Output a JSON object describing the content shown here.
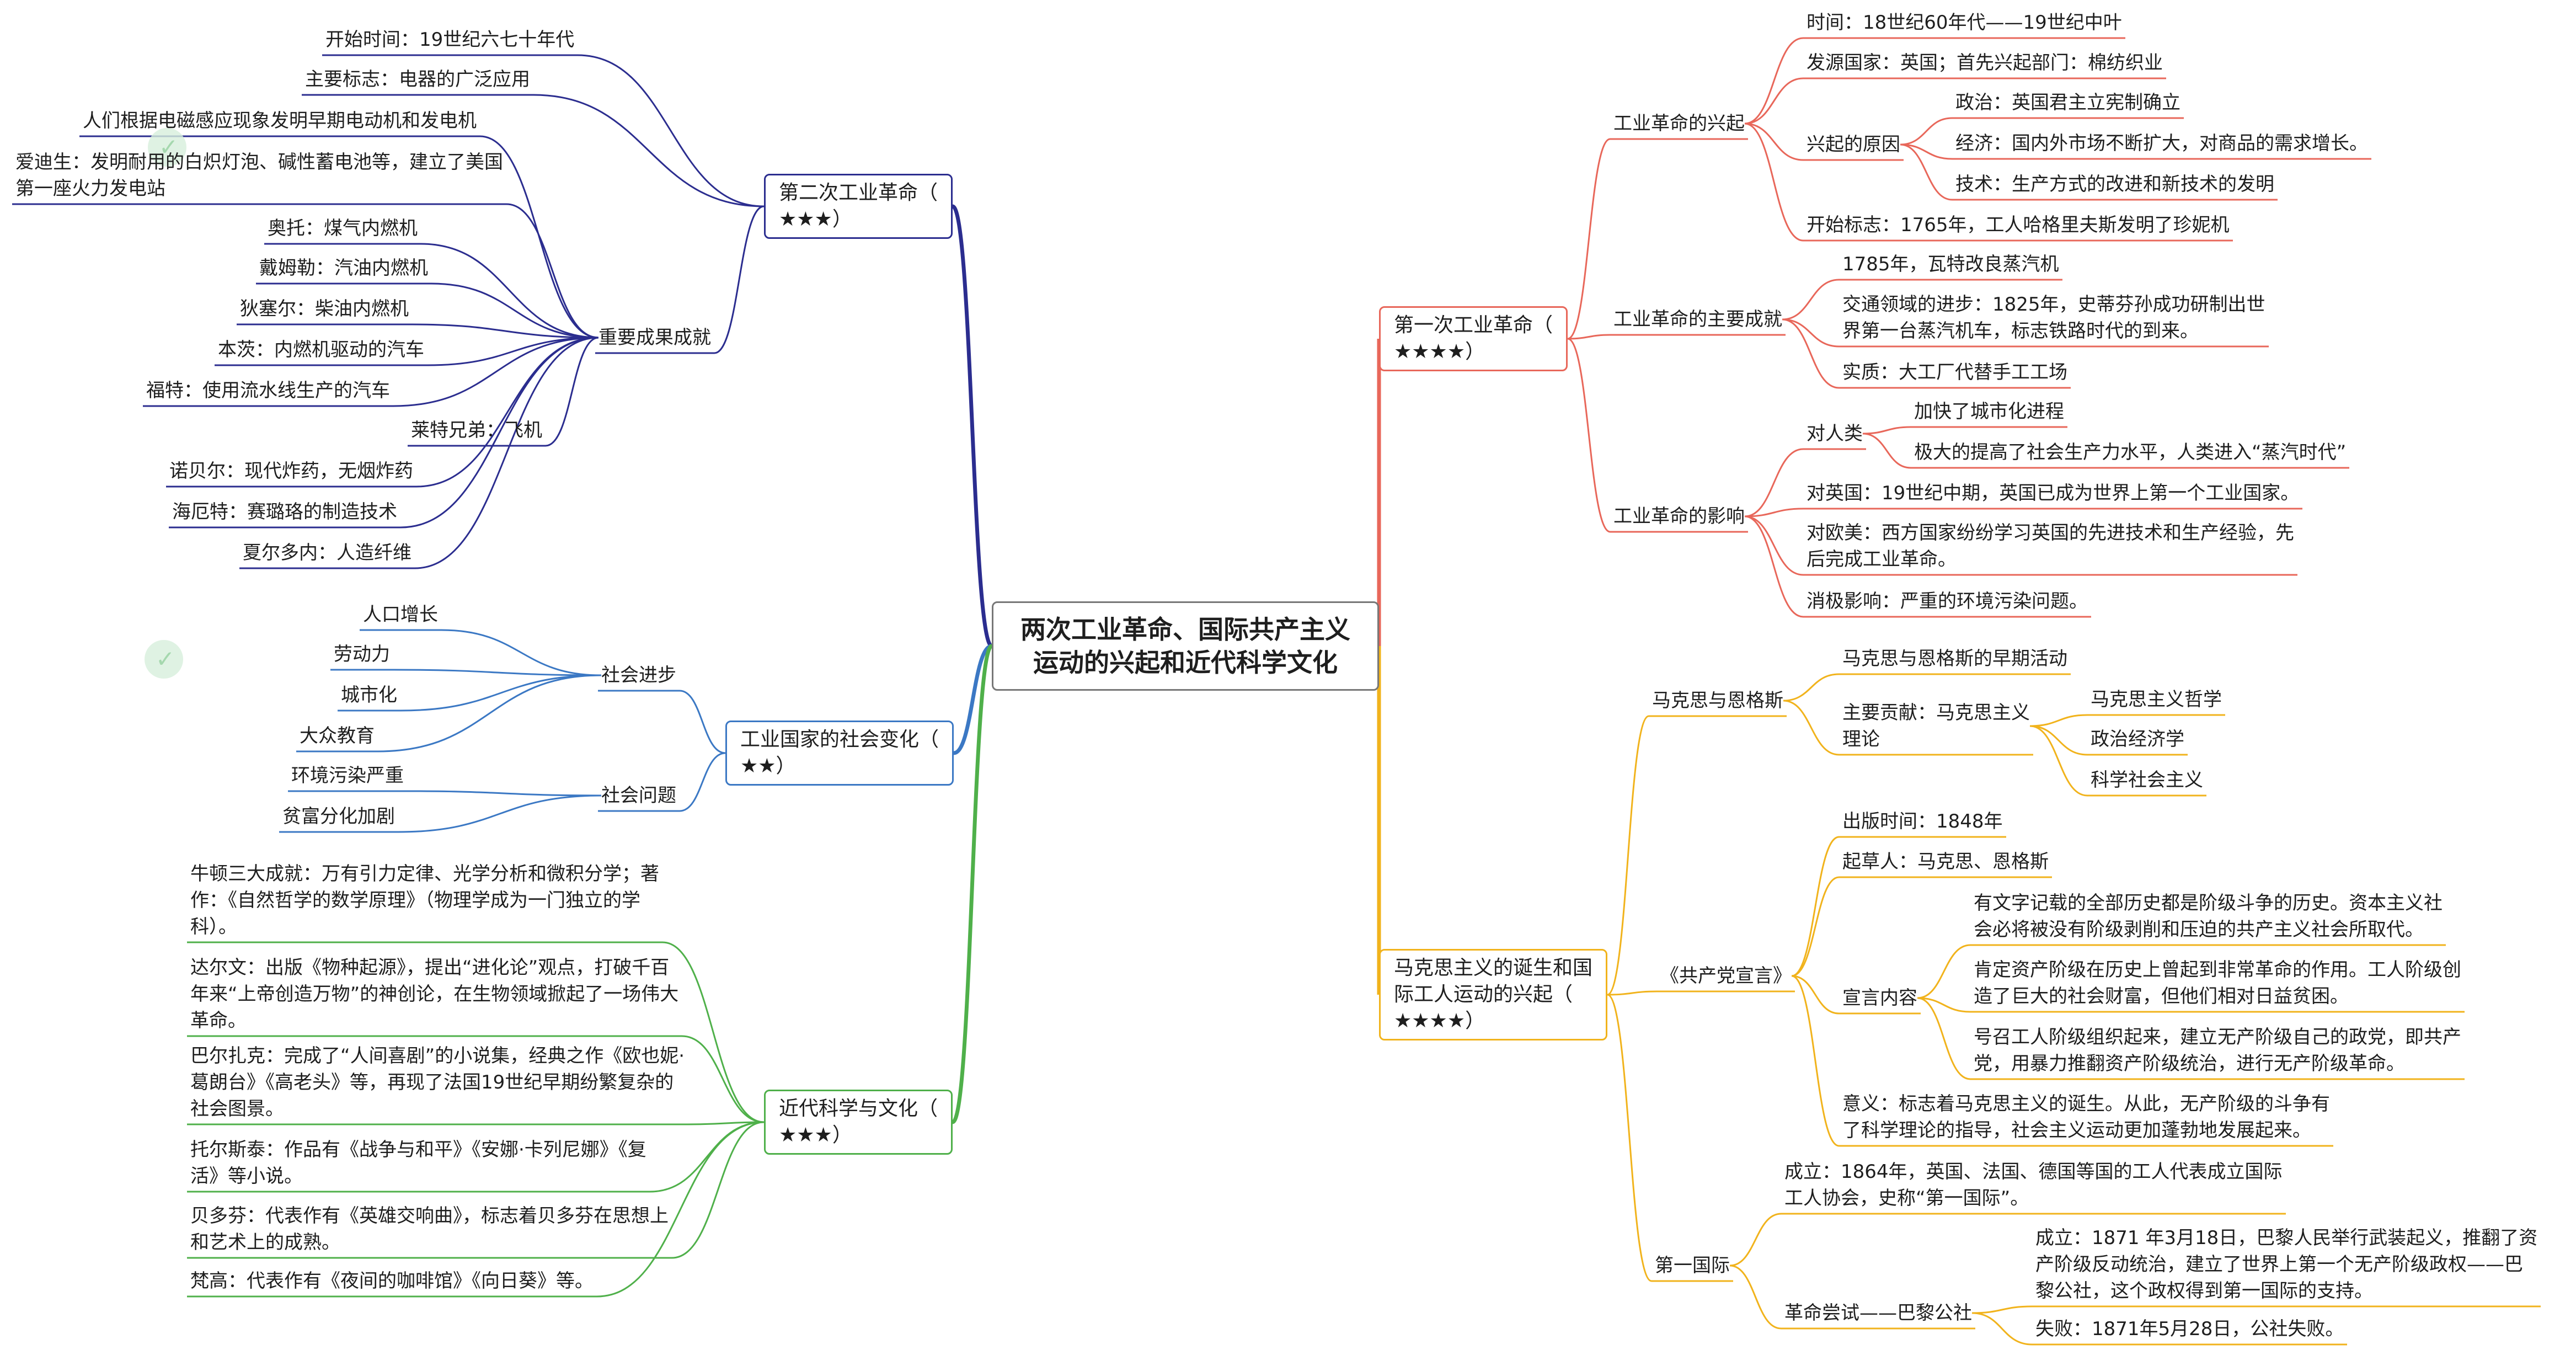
{
  "center": "两次工业革命、国际共产主义运动的兴起和近代科学文化",
  "colors": {
    "purple": "#2b2d8f",
    "blue": "#3b78c4",
    "green": "#4fb04a",
    "red": "#e8675a",
    "orange": "#f1b31c"
  },
  "nodes": [
    {
      "id": "b2",
      "parent": "center",
      "side": "left",
      "color": "purple",
      "box": true,
      "text": "第二次工业革命（\n★★★）"
    },
    {
      "id": "b2a",
      "parent": "b2",
      "side": "left",
      "color": "purple",
      "text": "开始时间：19世纪六七十年代"
    },
    {
      "id": "b2b",
      "parent": "b2",
      "side": "left",
      "color": "purple",
      "text": "主要标志：电器的广泛应用"
    },
    {
      "id": "b2c",
      "parent": "b2",
      "side": "left",
      "color": "purple",
      "text": "重要成果成就"
    },
    {
      "id": "b2c1",
      "parent": "b2c",
      "side": "left",
      "color": "purple",
      "text": "人们根据电磁感应现象发明早期电动机和发电机"
    },
    {
      "id": "b2c2",
      "parent": "b2c",
      "side": "left",
      "color": "purple",
      "text": "爱迪生：发明耐用的白炽灯泡、碱性蓄电池等，建立了美国\n第一座火力发电站"
    },
    {
      "id": "b2c3",
      "parent": "b2c",
      "side": "left",
      "color": "purple",
      "text": "奥托：煤气内燃机"
    },
    {
      "id": "b2c4",
      "parent": "b2c",
      "side": "left",
      "color": "purple",
      "text": "戴姆勒：汽油内燃机"
    },
    {
      "id": "b2c5",
      "parent": "b2c",
      "side": "left",
      "color": "purple",
      "text": "狄塞尔：柴油内燃机"
    },
    {
      "id": "b2c6",
      "parent": "b2c",
      "side": "left",
      "color": "purple",
      "text": "本茨：内燃机驱动的汽车"
    },
    {
      "id": "b2c7",
      "parent": "b2c",
      "side": "left",
      "color": "purple",
      "text": "福特：使用流水线生产的汽车"
    },
    {
      "id": "b2c8",
      "parent": "b2c",
      "side": "left",
      "color": "purple",
      "text": "莱特兄弟：飞机"
    },
    {
      "id": "b2c9",
      "parent": "b2c",
      "side": "left",
      "color": "purple",
      "text": "诺贝尔：现代炸药，无烟炸药"
    },
    {
      "id": "b2c10",
      "parent": "b2c",
      "side": "left",
      "color": "purple",
      "text": "海厄特：赛璐珞的制造技术"
    },
    {
      "id": "b2c11",
      "parent": "b2c",
      "side": "left",
      "color": "purple",
      "text": "夏尔多内：人造纤维"
    },
    {
      "id": "b3",
      "parent": "center",
      "side": "left",
      "color": "blue",
      "box": true,
      "text": "工业国家的社会变化（\n★★）"
    },
    {
      "id": "b3a",
      "parent": "b3",
      "side": "left",
      "color": "blue",
      "text": "社会进步"
    },
    {
      "id": "b3a1",
      "parent": "b3a",
      "side": "left",
      "color": "blue",
      "text": "人口增长"
    },
    {
      "id": "b3a2",
      "parent": "b3a",
      "side": "left",
      "color": "blue",
      "text": "劳动力"
    },
    {
      "id": "b3a3",
      "parent": "b3a",
      "side": "left",
      "color": "blue",
      "text": "城市化"
    },
    {
      "id": "b3a4",
      "parent": "b3a",
      "side": "left",
      "color": "blue",
      "text": "大众教育"
    },
    {
      "id": "b3b",
      "parent": "b3",
      "side": "left",
      "color": "blue",
      "text": "社会问题"
    },
    {
      "id": "b3b1",
      "parent": "b3b",
      "side": "left",
      "color": "blue",
      "text": "环境污染严重"
    },
    {
      "id": "b3b2",
      "parent": "b3b",
      "side": "left",
      "color": "blue",
      "text": "贫富分化加剧"
    },
    {
      "id": "b4",
      "parent": "center",
      "side": "left",
      "color": "green",
      "box": true,
      "text": "近代科学与文化（\n★★★）"
    },
    {
      "id": "b4a",
      "parent": "b4",
      "side": "left",
      "color": "green",
      "text": "牛顿三大成就：万有引力定律、光学分析和微积分学；著\n作：《自然哲学的数学原理》（物理学成为一门独立的学\n科）。"
    },
    {
      "id": "b4b",
      "parent": "b4",
      "side": "left",
      "color": "green",
      "text": "达尔文：出版《物种起源》，提出“进化论”观点，打破千百\n年来“上帝创造万物”的神创论，在生物领域掀起了一场伟大\n革命。"
    },
    {
      "id": "b4c",
      "parent": "b4",
      "side": "left",
      "color": "green",
      "text": "巴尔扎克：完成了“人间喜剧”的小说集，经典之作《欧也妮·\n葛朗台》《高老头》等，再现了法国19世纪早期纷繁复杂的\n社会图景。"
    },
    {
      "id": "b4d",
      "parent": "b4",
      "side": "left",
      "color": "green",
      "text": "托尔斯泰：作品有《战争与和平》《安娜·卡列尼娜》《复\n活》等小说。"
    },
    {
      "id": "b4e",
      "parent": "b4",
      "side": "left",
      "color": "green",
      "text": "贝多芬：代表作有《英雄交响曲》，标志着贝多芬在思想上\n和艺术上的成熟。"
    },
    {
      "id": "b4f",
      "parent": "b4",
      "side": "left",
      "color": "green",
      "text": "梵高：代表作有《夜间的咖啡馆》《向日葵》等。"
    },
    {
      "id": "b1",
      "parent": "center",
      "side": "right",
      "color": "red",
      "box": true,
      "text": "第一次工业革命（\n★★★★）"
    },
    {
      "id": "b1a",
      "parent": "b1",
      "side": "right",
      "color": "red",
      "text": "工业革命的兴起"
    },
    {
      "id": "b1a1",
      "parent": "b1a",
      "side": "right",
      "color": "red",
      "text": "时间：18世纪60年代——19世纪中叶"
    },
    {
      "id": "b1a2",
      "parent": "b1a",
      "side": "right",
      "color": "red",
      "text": "发源国家：英国；首先兴起部门：棉纺织业"
    },
    {
      "id": "b1a3",
      "parent": "b1a",
      "side": "right",
      "color": "red",
      "text": "兴起的原因"
    },
    {
      "id": "b1a3a",
      "parent": "b1a3",
      "side": "right",
      "color": "red",
      "text": "政治：英国君主立宪制确立"
    },
    {
      "id": "b1a3b",
      "parent": "b1a3",
      "side": "right",
      "color": "red",
      "text": "经济：国内外市场不断扩大，对商品的需求增长。"
    },
    {
      "id": "b1a3c",
      "parent": "b1a3",
      "side": "right",
      "color": "red",
      "text": "技术：生产方式的改进和新技术的发明"
    },
    {
      "id": "b1a4",
      "parent": "b1a",
      "side": "right",
      "color": "red",
      "text": "开始标志：1765年，工人哈格里夫斯发明了珍妮机"
    },
    {
      "id": "b1b",
      "parent": "b1",
      "side": "right",
      "color": "red",
      "text": "工业革命的主要成就"
    },
    {
      "id": "b1b1",
      "parent": "b1b",
      "side": "right",
      "color": "red",
      "text": "1785年，瓦特改良蒸汽机"
    },
    {
      "id": "b1b2",
      "parent": "b1b",
      "side": "right",
      "color": "red",
      "text": "交通领域的进步：1825年，史蒂芬孙成功研制出世\n界第一台蒸汽机车，标志铁路时代的到来。"
    },
    {
      "id": "b1b3",
      "parent": "b1b",
      "side": "right",
      "color": "red",
      "text": "实质：大工厂代替手工工场"
    },
    {
      "id": "b1c",
      "parent": "b1",
      "side": "right",
      "color": "red",
      "text": "工业革命的影响"
    },
    {
      "id": "b1c1",
      "parent": "b1c",
      "side": "right",
      "color": "red",
      "text": "对人类"
    },
    {
      "id": "b1c1a",
      "parent": "b1c1",
      "side": "right",
      "color": "red",
      "text": "加快了城市化进程"
    },
    {
      "id": "b1c1b",
      "parent": "b1c1",
      "side": "right",
      "color": "red",
      "text": "极大的提高了社会生产力水平，人类进入“蒸汽时代”"
    },
    {
      "id": "b1c2",
      "parent": "b1c",
      "side": "right",
      "color": "red",
      "text": "对英国：19世纪中期，英国已成为世界上第一个工业国家。"
    },
    {
      "id": "b1c3",
      "parent": "b1c",
      "side": "right",
      "color": "red",
      "text": "对欧美：西方国家纷纷学习英国的先进技术和生产经验，先\n后完成工业革命。"
    },
    {
      "id": "b1c4",
      "parent": "b1c",
      "side": "right",
      "color": "red",
      "text": "消极影响：严重的环境污染问题。"
    },
    {
      "id": "b5",
      "parent": "center",
      "side": "right",
      "color": "orange",
      "box": true,
      "text": "马克思主义的诞生和国\n际工人运动的兴起（\n★★★★）"
    },
    {
      "id": "b5a",
      "parent": "b5",
      "side": "right",
      "color": "orange",
      "text": "马克思与恩格斯"
    },
    {
      "id": "b5a1",
      "parent": "b5a",
      "side": "right",
      "color": "orange",
      "text": "马克思与恩格斯的早期活动"
    },
    {
      "id": "b5a2",
      "parent": "b5a",
      "side": "right",
      "color": "orange",
      "text": "主要贡献：马克思主义\n理论"
    },
    {
      "id": "b5a2a",
      "parent": "b5a2",
      "side": "right",
      "color": "orange",
      "text": "马克思主义哲学"
    },
    {
      "id": "b5a2b",
      "parent": "b5a2",
      "side": "right",
      "color": "orange",
      "text": "政治经济学"
    },
    {
      "id": "b5a2c",
      "parent": "b5a2",
      "side": "right",
      "color": "orange",
      "text": "科学社会主义"
    },
    {
      "id": "b5b",
      "parent": "b5",
      "side": "right",
      "color": "orange",
      "text": "《共产党宣言》"
    },
    {
      "id": "b5b1",
      "parent": "b5b",
      "side": "right",
      "color": "orange",
      "text": "出版时间：1848年"
    },
    {
      "id": "b5b2",
      "parent": "b5b",
      "side": "right",
      "color": "orange",
      "text": "起草人：马克思、恩格斯"
    },
    {
      "id": "b5b3",
      "parent": "b5b",
      "side": "right",
      "color": "orange",
      "text": "宣言内容"
    },
    {
      "id": "b5b3a",
      "parent": "b5b3",
      "side": "right",
      "color": "orange",
      "text": "有文字记载的全部历史都是阶级斗争的历史。资本主义社\n会必将被没有阶级剥削和压迫的共产主义社会所取代。"
    },
    {
      "id": "b5b3b",
      "parent": "b5b3",
      "side": "right",
      "color": "orange",
      "text": "肯定资产阶级在历史上曾起到非常革命的作用。工人阶级创\n造了巨大的社会财富，但他们相对日益贫困。"
    },
    {
      "id": "b5b3c",
      "parent": "b5b3",
      "side": "right",
      "color": "orange",
      "text": "号召工人阶级组织起来，建立无产阶级自己的政党，即共产\n党，用暴力推翻资产阶级统治，进行无产阶级革命。"
    },
    {
      "id": "b5b4",
      "parent": "b5b",
      "side": "right",
      "color": "orange",
      "text": "意义：标志着马克思主义的诞生。从此，无产阶级的斗争有\n了科学理论的指导，社会主义运动更加蓬勃地发展起来。"
    },
    {
      "id": "b5c",
      "parent": "b5",
      "side": "right",
      "color": "orange",
      "text": "第一国际"
    },
    {
      "id": "b5c1",
      "parent": "b5c",
      "side": "right",
      "color": "orange",
      "text": "成立：1864年，英国、法国、德国等国的工人代表成立国际\n工人协会，史称“第一国际”。"
    },
    {
      "id": "b5c2",
      "parent": "b5c",
      "side": "right",
      "color": "orange",
      "text": "革命尝试——巴黎公社"
    },
    {
      "id": "b5c2a",
      "parent": "b5c2",
      "side": "right",
      "color": "orange",
      "text": "成立：1871 年3月18日，巴黎人民举行武装起义，推翻了资\n产阶级反动统治，建立了世界上第一个无产阶级政权——巴\n黎公社，这个政权得到第一国际的支持。"
    },
    {
      "id": "b5c2b",
      "parent": "b5c2",
      "side": "right",
      "color": "orange",
      "text": "失败：1871年5月28日，公社失败。"
    }
  ]
}
